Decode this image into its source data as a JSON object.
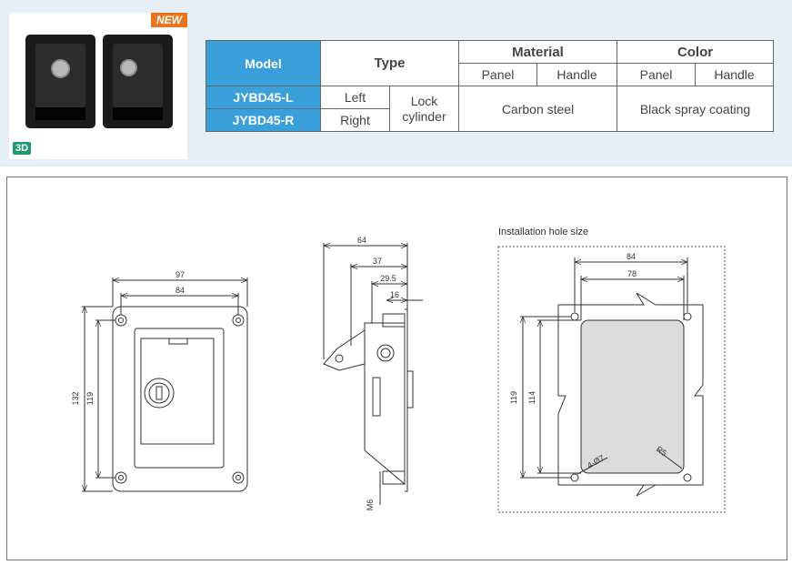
{
  "badges": {
    "new": "NEW",
    "three_d": "3D"
  },
  "table": {
    "headers": {
      "model": "Model",
      "type": "Type",
      "material": "Material",
      "color": "Color",
      "panel": "Panel",
      "handle": "Handle"
    },
    "rows": [
      {
        "model": "JYBD45-L",
        "type": "Left"
      },
      {
        "model": "JYBD45-R",
        "type": "Right"
      }
    ],
    "lock_type": "Lock cylinder",
    "material": "Carbon steel",
    "color": "Black spray coating"
  },
  "drawing": {
    "install_label": "Installation hole size",
    "front": {
      "width_outer": "97",
      "width_inner": "84",
      "height_outer": "132",
      "height_inner": "119"
    },
    "side": {
      "d64": "64",
      "d37": "37",
      "d29_5": "29.5",
      "d16": "16",
      "thread": "M6"
    },
    "hole": {
      "w84": "84",
      "w78": "78",
      "h119": "119",
      "h114": "114",
      "hole_dia": "4-Ø7",
      "radius": "R5"
    }
  },
  "colors": {
    "header_blue": "#3aa0dc",
    "band": "#e8eef6",
    "badge_new": "#e8761f",
    "badge_3d": "#1d9a6c"
  }
}
